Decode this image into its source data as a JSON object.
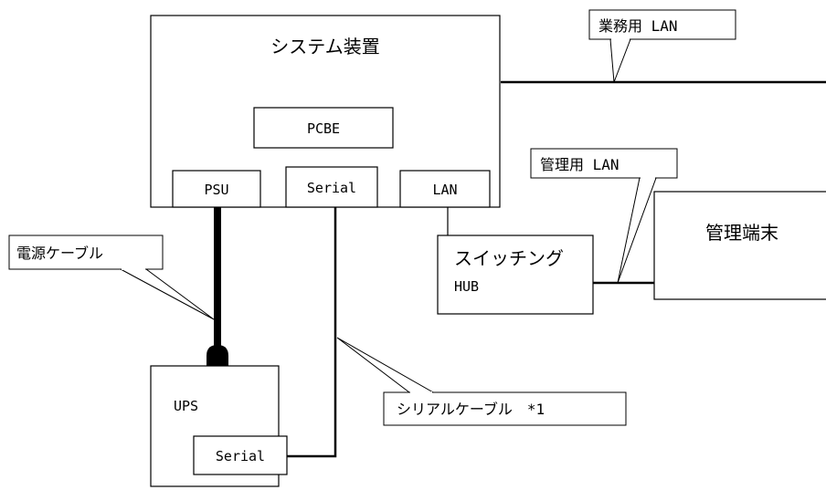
{
  "nodes": {
    "system": "システム装置",
    "pcbe": "PCBE",
    "psu": "PSU",
    "serial_port": "Serial",
    "lan_port": "LAN",
    "switch_line1": "スイッチング",
    "switch_line2": "HUB",
    "mgmt_terminal": "管理端末",
    "ups": "UPS",
    "ups_serial": "Serial"
  },
  "callouts": {
    "business_lan": "業務用 LAN",
    "mgmt_lan": "管理用 LAN",
    "power_cable": "電源ケーブル",
    "serial_cable": "シリアルケーブル　*1"
  }
}
